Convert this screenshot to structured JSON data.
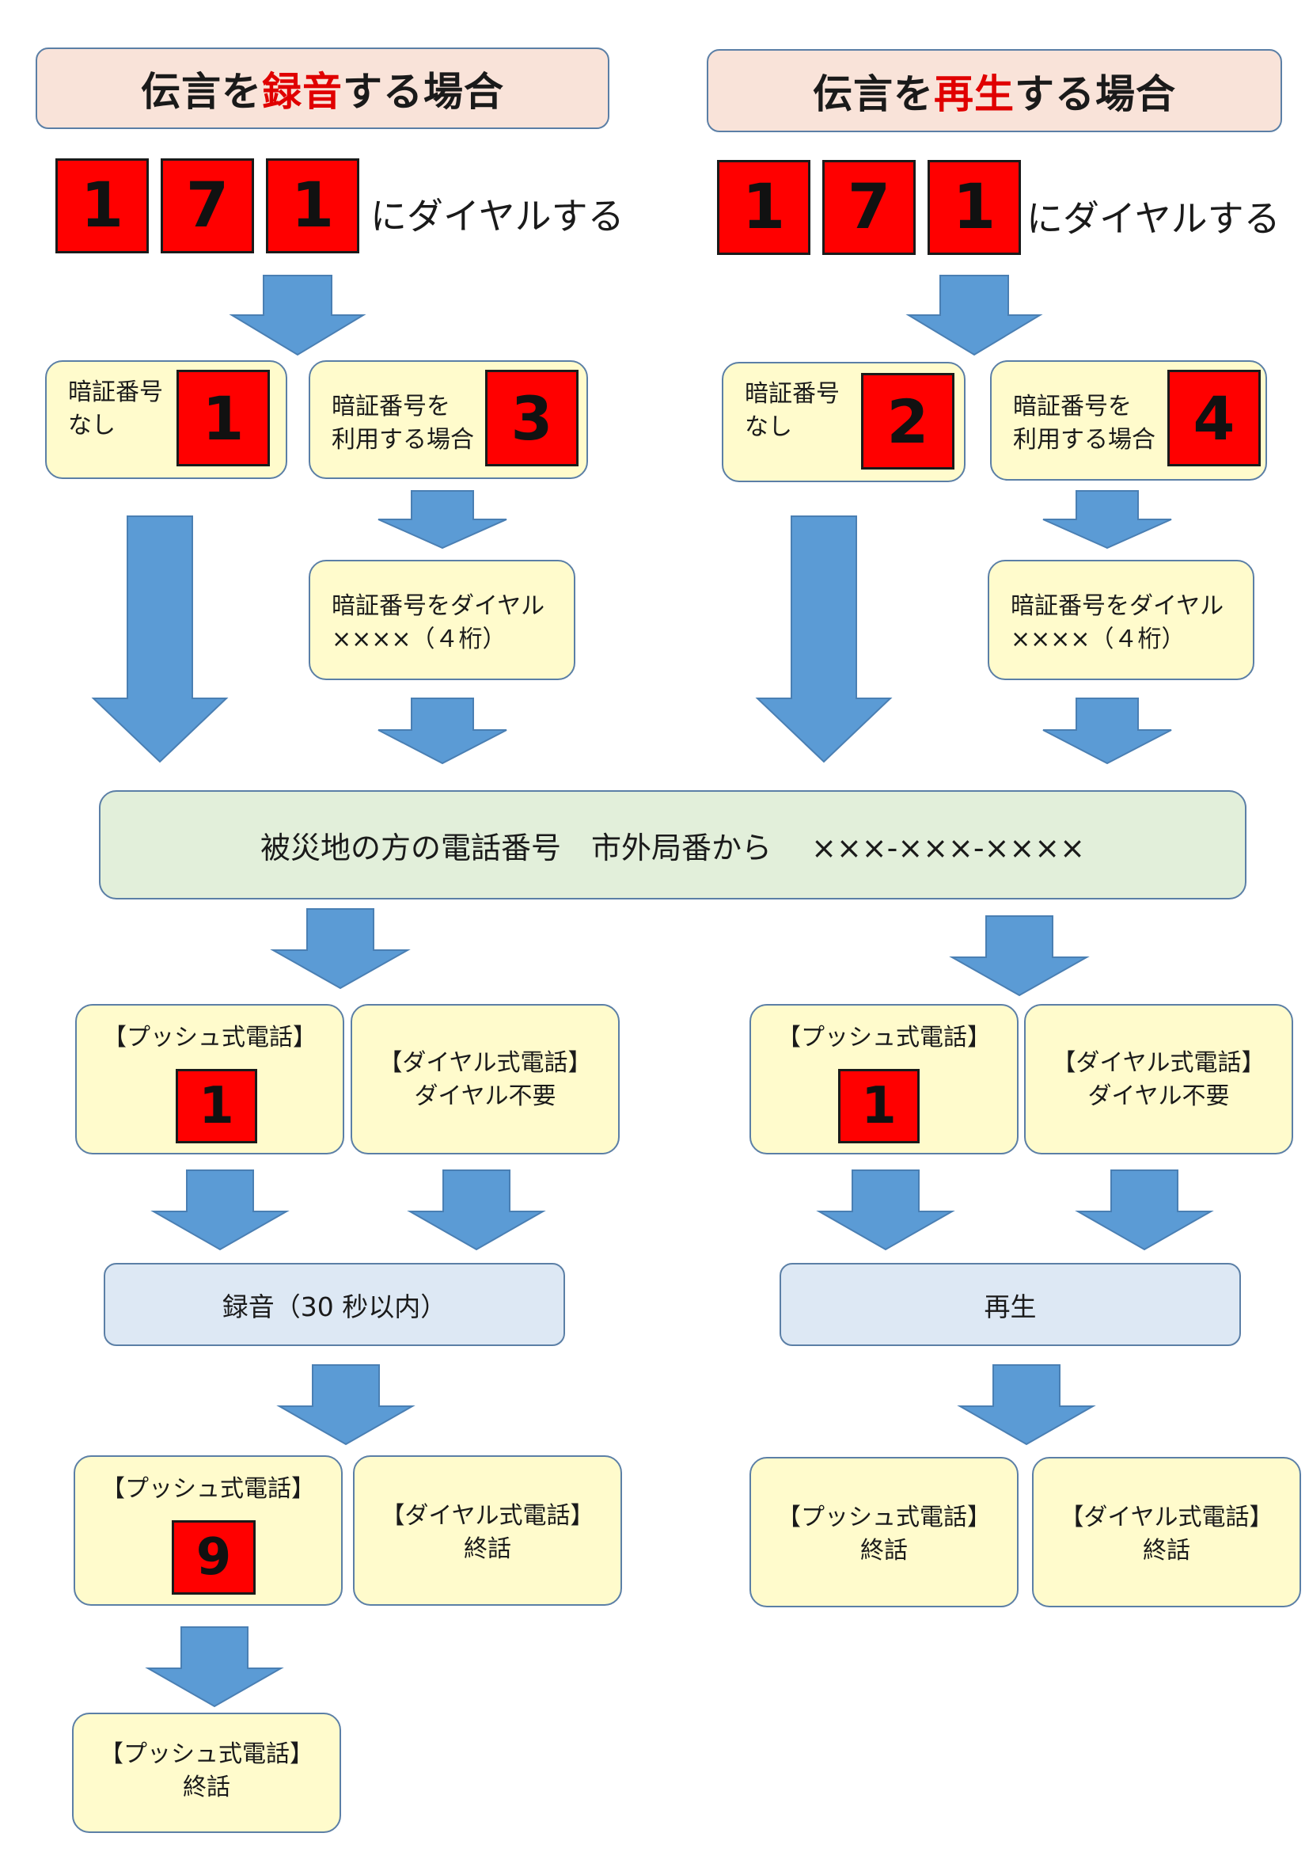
{
  "record": {
    "title_pre": "伝言を",
    "title_hl": "録音",
    "title_post": "する場合",
    "dial_digits": [
      "1",
      "7",
      "1"
    ],
    "dial_text": "にダイヤルする",
    "no_pin_label": [
      "暗証番号",
      "なし"
    ],
    "no_pin_key": "1",
    "pin_label": [
      "暗証番号を",
      "利用する場合"
    ],
    "pin_key": "3",
    "pin_dial": [
      "暗証番号をダイヤル",
      "××××（４桁）"
    ],
    "push_label": "【プッシュ式電話】",
    "push_key": "1",
    "rotary_label": [
      "【ダイヤル式電話】",
      "ダイヤル不要"
    ],
    "action": "録音（30 秒以内）",
    "end_push_label": "【プッシュ式電話】",
    "end_push_key": "9",
    "end_rotary": [
      "【ダイヤル式電話】",
      "終話"
    ],
    "final_push": [
      "【プッシュ式電話】",
      "終話"
    ]
  },
  "playback": {
    "title_pre": "伝言を",
    "title_hl": "再生",
    "title_post": "する場合",
    "dial_digits": [
      "1",
      "7",
      "1"
    ],
    "dial_text": "にダイヤルする",
    "no_pin_label": [
      "暗証番号",
      "なし"
    ],
    "no_pin_key": "2",
    "pin_label": [
      "暗証番号を",
      "利用する場合"
    ],
    "pin_key": "4",
    "pin_dial": [
      "暗証番号をダイヤル",
      "××××（４桁）"
    ],
    "push_label": "【プッシュ式電話】",
    "push_key": "1",
    "rotary_label": [
      "【ダイヤル式電話】",
      "ダイヤル不要"
    ],
    "action": "再生",
    "end_push": [
      "【プッシュ式電話】",
      "終話"
    ],
    "end_rotary": [
      "【ダイヤル式電話】",
      "終話"
    ]
  },
  "shared": {
    "phone_number_text": "被災地の方の電話番号　市外局番から　 ×××-×××-××××"
  },
  "colors": {
    "title_bg": "#f9e3d9",
    "highlight": "#e00000",
    "key_bg": "#ff0000",
    "step_bg": "#fffbcc",
    "number_bg": "#e2efda",
    "action_bg": "#dde8f4",
    "arrow": "#5b9bd5",
    "border": "#5b7fa6"
  }
}
